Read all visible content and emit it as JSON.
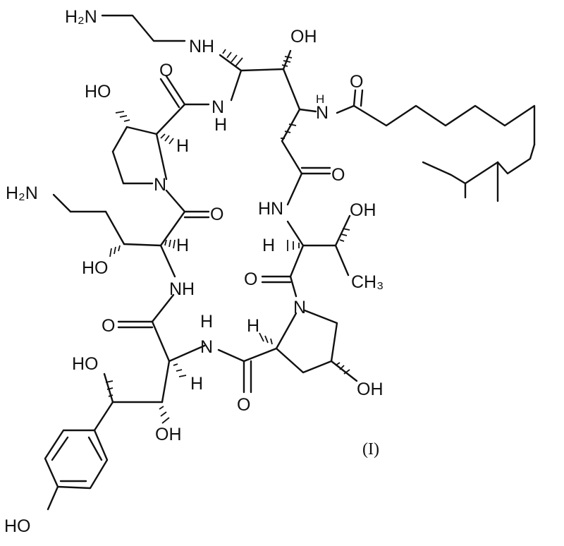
{
  "compound_label": "(I)",
  "atoms": {
    "h2n_top": "H₂N",
    "nh_side": "NH",
    "oh_top": "OH",
    "nh_amide_right": "N",
    "nh_amide_right_h": "H",
    "o_acyl": "O",
    "ho_pro1": "HO",
    "o_pro1": "O",
    "n_amide1": "N",
    "h_amide1": "H",
    "h_pro1": "H",
    "n_pro1": "N",
    "o_ring_right": "O",
    "h2n_left": "H₂N",
    "o_orn": "O",
    "hn_thr": "HN",
    "oh_thr": "OH",
    "h_orn": "H",
    "h_thr": "H",
    "ho_orn": "HO",
    "ch3": "CH₃",
    "o_thr": "O",
    "nh_orn": "NH",
    "n_pro2": "N",
    "o_left": "O",
    "h_nh_bottom": "H",
    "h_pro2": "H",
    "n_bottom": "N",
    "ho_bottom": "HO",
    "h_alpha_bottom": "H",
    "o_bottom": "O",
    "oh_pro2": "OH",
    "oh_bottom": "OH",
    "ho_phenol": "HO"
  }
}
